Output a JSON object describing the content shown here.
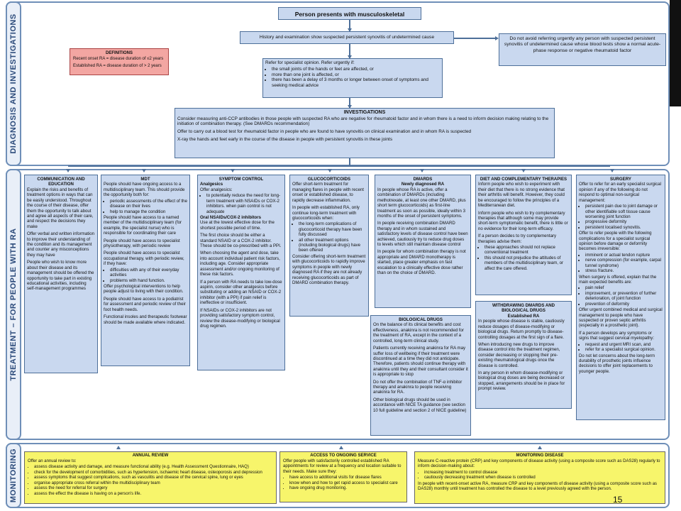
{
  "sections": {
    "diagnosis": "DIAGNOSIS AND INVESTIGATIONS",
    "treatment": "TREATMENT – FOR PEOPLE WITH RA",
    "monitoring": "MONITORING"
  },
  "top": {
    "presents": "Person presents with musculoskeletal symptoms",
    "history": "History and examination show suspected persistent synovitis of undetermined cause",
    "no_avoid": "Do not avoid referring urgently any person with suspected persistent synovitis of undetermined cause whose blood tests show a normal acute-phase response or negative rheumatoid factor",
    "refer_title": "Refer for specialist opinion. Refer urgently if:",
    "refer_items": [
      "the small joints of the hands or feet are affected, or",
      "more than one joint is affected, or",
      "there has been a delay of 3 months or longer between onset of symptoms and seeking medical advice"
    ]
  },
  "definitions": {
    "title": "DEFINITIONS",
    "recent": "Recent onset RA = disease duration of ≤2 years",
    "established": "Established RA = disease duration of > 2 years"
  },
  "investigations": {
    "title": "INVESTIGATIONS",
    "p1": "Consider measuring anti-CCP antibodies in those people with suspected RA who are negative for rheumatoid factor and in whom there is a need to inform decision making relating to the initiation of combination therapy. (See DMARDs recommendation)",
    "p2": "Offer to carry out a blood test for rheumatoid factor in people who are found to have synovitis on clinical examination and in whom RA is suspected",
    "p3": "X-ray the hands and feet early in the course of the disease in people with persistent synovitis in these joints"
  },
  "communication": {
    "title": "COMMUNICATION AND EDUCATION",
    "p1": "Explain the risks and benefits of treatment options in ways that can be easily understood. Throughout the course of their disease, offer them the opportunity to talk about and agree all aspects of their care, and respect the decisions they make",
    "p2": "Offer verbal and written information to improve their understanding of the condition and its management and counter any misconceptions they may have",
    "p3": "People who wish to know more about their disease and its management should be offered the opportunity to take part in existing educational activities, including self-management programmes"
  },
  "mdt": {
    "title": "MDT",
    "p1": "People should have ongoing access to a multidisciplinary team. This should provide the opportunity both for:",
    "items1": [
      "periodic assessments of the effect of the disease on their lives",
      "help to manage the condition"
    ],
    "p2": "People should have access to a named member of the multidisciplinary team (for example, the specialist nurse) who is responsible for coordinating their care",
    "p3": "People should have access to specialist physiotherapy, with periodic review",
    "p4": "People should have access to specialist occupational therapy, with periodic review, if they have:",
    "items2": [
      "difficulties with any of their everyday activities",
      "problems with hand function."
    ],
    "p5": "Offer psychological interventions to help people adjust to living with their condition.",
    "p6": "People should have access to a podiatrist for assessment and periodic review of their foot health needs.",
    "p7": "Functional insoles and therapeutic footwear should be made available where indicated."
  },
  "symptom": {
    "title": "SYMPTOM CONTROL",
    "h1": "Analgesics",
    "p1": "Offer analgesics:",
    "items1": [
      "to potentially reduce the need for long-term treatment with NSAIDs or COX-2 inhibitors. when pain control is not adequate"
    ],
    "h2": "Oral NSAIDs/COX-2 inhibitors",
    "p2": "Use at the lowest effective dose for the shortest possible period of time.",
    "p3": "The first choice should be either a standard NSAID or a COX-2 inhibitor. These should be co-prescribed with a PPI.",
    "p4": "When choosing the agent and dose, take into account individual patient risk factors, including age. Consider appropriate assessment and/or ongoing monitoring of these risk factors.",
    "p5": "If a person with RA needs to take low-dose aspirin, consider other analgesics before substituting or adding an NSAID or COX-2 inhibitor (with a PPI) if pain relief is ineffective or insufficient.",
    "p6": "If NSAIDs or COX-2 inhibitors are not providing satisfactory symptom control, review the disease-modifying or biological drug regimen."
  },
  "gluco": {
    "title": "GLUCOCORTICOIDS",
    "p1": "Offer short-term treatment for managing flares in people with recent onset or established disease, to rapidly decrease inflammation.",
    "p2": "In people with established RA, only continue long-term treatment with glucocorticoids when:",
    "items": [
      "the long-term complications of glucocorticoid therapy have been fully discussed",
      "all other treatment options (including biological drugs) have been offered"
    ],
    "p3": "Consider offering short-term treatment with glucocorticoids to rapidly improve symptoms in people with newly diagnosed RA if they are not already receiving glucocorticoids as part of DMARD combination therapy."
  },
  "dmards": {
    "title": "DMARDS",
    "subtitle": "Newly diagnosed RA",
    "p1": "In people whose RA is active, offer a combination of DMARDs (including methotrexate, at least one other DMARD, plus short term glucocorticoids) as first-line treatment as soon as possible, ideally within 3 months of the onset of persistent symptoms.",
    "p2": "In people receiving combination DMARD therapy and in whom sustained and satisfactory levels of disease control have been achieved, cautiously try to reduce drug doses to levels which still maintain disease control",
    "p3": "In people for whom combination therapy is not appropriate and DMARD monotherapy is started, place greater emphasis on fast escalation to a clinically effective dose rather than on the choice of DMARD."
  },
  "biological": {
    "title": "BIOLOGICAL DRUGS",
    "p1": "On the balance of its clinical benefits and cost effectiveness, anakinra is not recommended for the treatment of RA, except in the context of a controlled, long-term clinical study.",
    "p2": "Patients currently receiving anakinra for RA may suffer loss of wellbeing if their treatment were discontinued at a time they did not anticipate. Therefore, patients should continue therapy with anakinra until they and their consultant consider it is appropriate to stop",
    "p3": "Do not offer the combination of TNF-α inhibitor therapy and anakinra to people receiving anakinra for RA.",
    "p4": "Other biological drugs should be used in accordance with NICE TA guidance (see section 10 full guideline and section 2 of NICE guideline)"
  },
  "diet": {
    "title": "DIET AND COMPLEMENTARY THERAPIES",
    "p1": "Inform people who wish to experiment with their diet that there is no strong evidence that their arthritis will benefit. However, they could be encouraged to follow the principles of a Mediterranean diet.",
    "p2": "Inform people who wish to try complementary therapies that although some may provide short-term symptomatic benefit, there is little or no evidence for their long-term efficacy.",
    "p3": "If a person decides to try complementary therapies advise them:",
    "items": [
      "these approaches should not replace conventional treatment",
      "this should not prejudice the attitudes of members of the multidisciplinary team, or affect the care offered."
    ]
  },
  "withdrawing": {
    "title": "WITHDRAWING DMARDS AND BIOLOGICAL DRUGS",
    "subtitle": "Established RA",
    "p1": "In people whose disease is stable, cautiously reduce dosages of disease-modifying or biological drugs. Return promptly to disease-controlling dosages at the first sign of a flare.",
    "p2": "When introducing new drugs to improve disease control into the treatment regimen, consider decreasing or stopping their pre-existing rheumatological drugs once the disease is controlled.",
    "p3": "In any person in whom disease-modifying or biological drug doses are being decreased or stopped, arrangements should be in place for prompt review."
  },
  "surgery": {
    "title": "SURGERY",
    "p1": "Offer to refer for an early specialist surgical opinion if any of the following do not respond to optimal non-surgical management:",
    "items1": [
      "persistent pain due to joint damage or other identifiable soft tissue cause worsening joint function",
      "progressive deformity",
      "persistent localised synovitis."
    ],
    "p2": "Offer to refer people with the following complications for a specialist surgical opinion before damage or deformity becomes irreversible:",
    "items2": [
      "imminent or actual tendon rupture",
      "nerve compression (for example, carpal tunnel syndrome)",
      "stress fracture."
    ],
    "p3": "When surgery is offered, explain that the main expected benefits are:",
    "items3": [
      "pain relief",
      "improvement, or prevention of further deterioration, of joint function",
      "prevention of deformity"
    ],
    "p4": "Offer urgent combined medical and surgical management to people who have suspected or proven septic arthritis (especially in a prosthetic joint).",
    "p5": "If a person develops any symptoms or signs that suggest cervical myelopathy:",
    "items4": [
      "request and urgent MRI scan, and",
      "refer for a specialist surgical opinion."
    ],
    "p6": "Do not let concerns about the long-term durability of prosthetic joints influence decisions to offer joint replacements to younger people."
  },
  "annual": {
    "title": "ANNUAL REVIEW",
    "p1": "Offer an annual review to:",
    "items": [
      "assess disease activity and damage, and measure functional ability (e.g. Health Assessment Questionnaire, HAQ)",
      "check for the development of comorbidities, such as hypertension, ischaemic heart disease, osteoporosis and depression",
      "assess symptoms that suggest complications, such as vasculitis and disease of the cervical spine, lung or eyes",
      "organise appropriate cross referral within the multidisciplinary team",
      "assess the need for referral for surgery",
      "assess the effect the disease is having on a person's life."
    ]
  },
  "access": {
    "title": "ACCESS TO ONGOING SERVICE",
    "p1": "Offer people with satisfactorily controlled established RA appointments for review at a frequency and location suitable to their needs. Make sure they:",
    "items": [
      "have access to additional visits for disease flares",
      "know when and how to get rapid access to specialist care",
      "have ongoing drug monitoring."
    ]
  },
  "monitoring_disease": {
    "title": "MONITORING DISEASE",
    "p1": "Measure C-reactive protein (CRP) and key components of disease activity (using a composite score such as DAS28) regularly to inform decision-making about:",
    "items": [
      "increasing treatment to control disease",
      "cautiously decreasing treatment when disease is controlled"
    ],
    "p2": "In people with recent-onset active RA, measure CRP and key components of disease activity (using a composite score such as DAS28) monthly until treatment has controlled the disease to a level previously agreed with the person."
  },
  "page_number": "15"
}
